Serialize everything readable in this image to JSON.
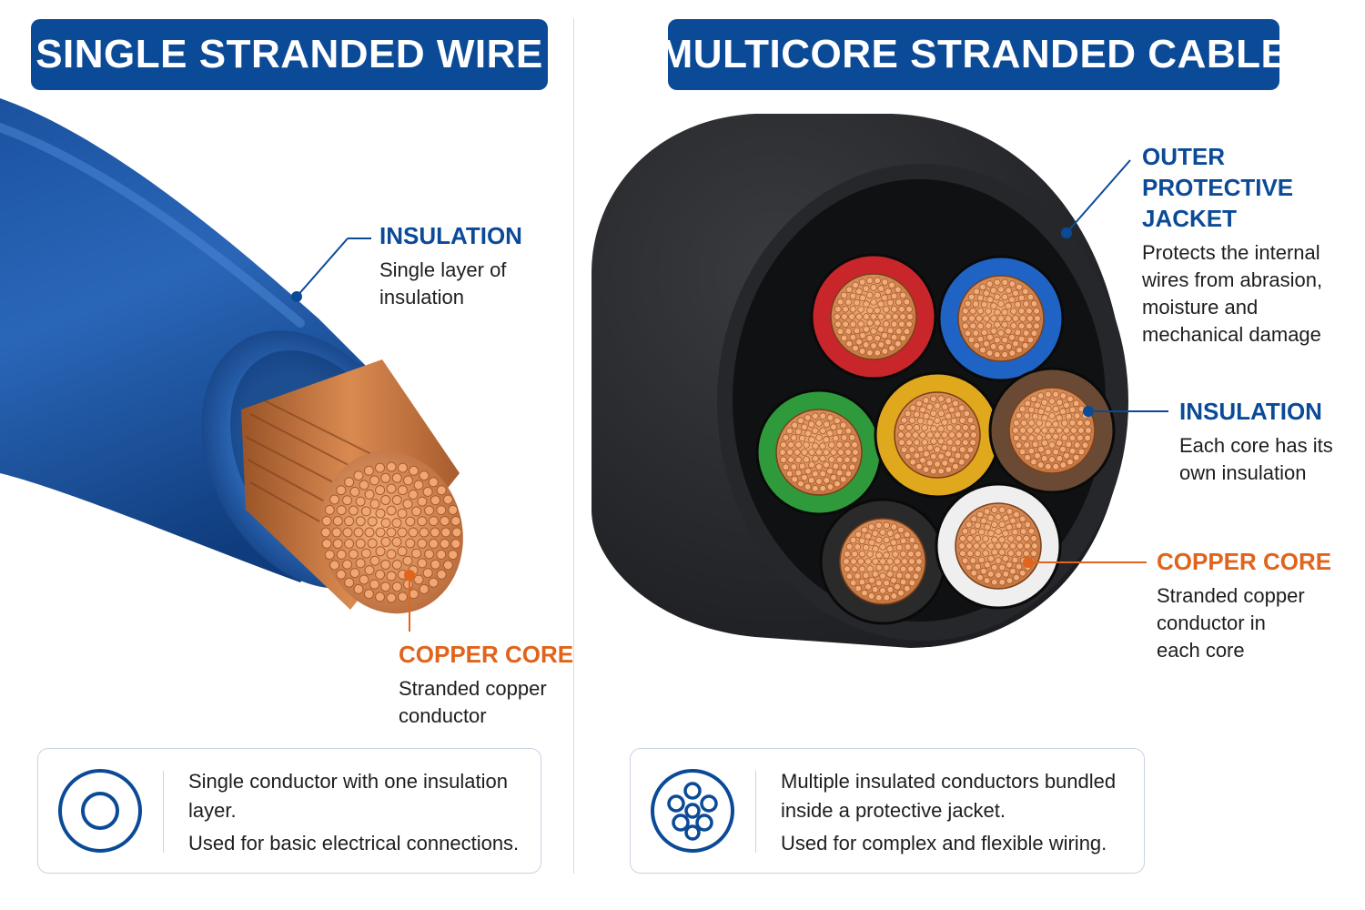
{
  "left": {
    "title": "SINGLE STRANDED WIRE",
    "insulation": {
      "title": "INSULATION",
      "desc": "Single layer of insulation"
    },
    "copper": {
      "title": "COPPER CORE",
      "desc": "Stranded copper conductor"
    },
    "info": {
      "line1": "Single conductor with one insulation layer.",
      "line2": "Used for basic electrical connections."
    },
    "icon": "single-conductor-icon"
  },
  "right": {
    "title": "MULTICORE STRANDED CABLE",
    "jacket": {
      "title": "OUTER PROTECTIVE JACKET",
      "desc": "Protects the internal wires from abrasion, moisture and mechanical damage"
    },
    "insulation": {
      "title": "INSULATION",
      "desc": "Each core has its own insulation"
    },
    "copper": {
      "title": "COPPER CORE",
      "desc": "Stranded copper conductor in each core"
    },
    "info": {
      "line1": "Multiple insulated conductors bundled inside a protective jacket.",
      "line2": "Used for complex and flexible wiring."
    },
    "icon": "multicore-cable-icon"
  },
  "colors": {
    "brand_blue": "#0b4a97",
    "callout_orange": "#e0641b",
    "copper": "#d9894f",
    "jacket_black": "#2c2d30",
    "core_red": "#c8262b",
    "core_blue": "#1f63c4",
    "core_green": "#2f9a3c",
    "core_yellow": "#e0a81c",
    "core_brown": "#6a4a34",
    "core_white": "#efefef",
    "core_black": "#2a2a2a"
  }
}
